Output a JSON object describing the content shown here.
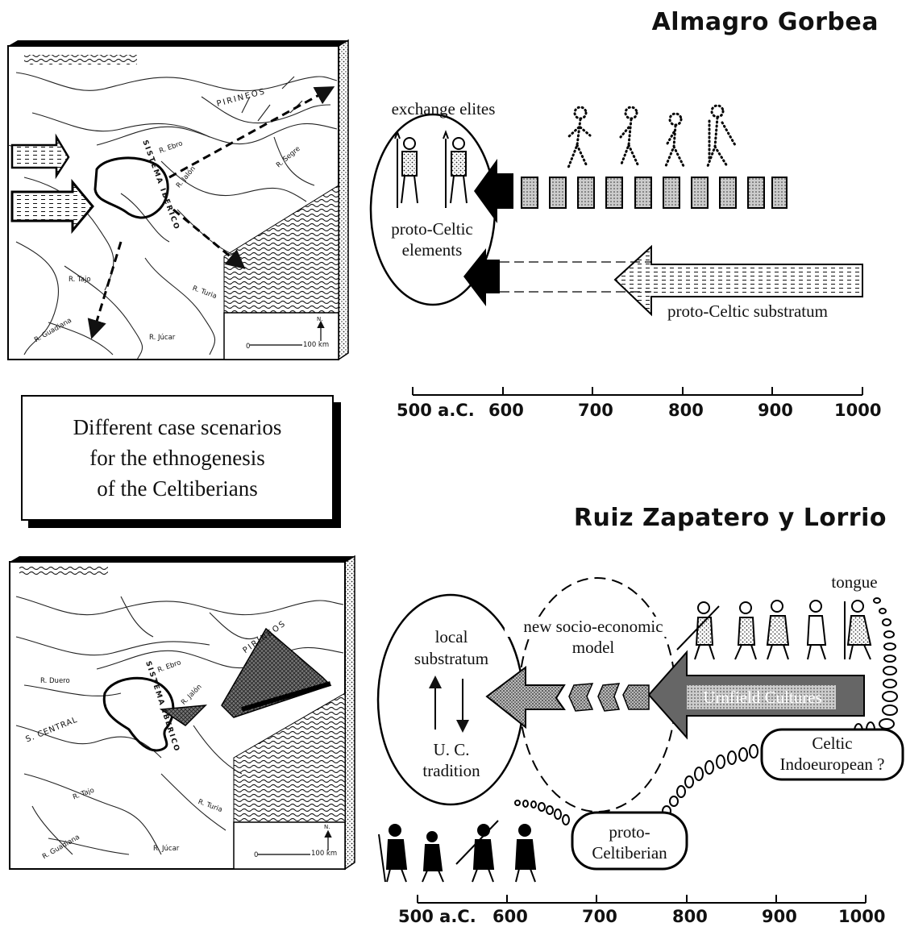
{
  "top": {
    "heading": "Almagro Gorbea",
    "labels": {
      "exchange_elites": "exchange elites",
      "proto_celtic_elements_1": "proto-Celtic",
      "proto_celtic_elements_2": "elements",
      "substratum": "proto-Celtic substratum"
    },
    "map": {
      "pirineos": "PIRINEOS",
      "ebro": "R. Ebro",
      "segre": "R. Segre",
      "jalon": "R. Jalón",
      "tajo": "R. Tajo",
      "turia": "R. Turia",
      "guadiana": "R. Guadiana",
      "jucar": "R. Júcar",
      "sistema": "SISTEMA IBERICO",
      "scale": "100 km",
      "scale_zero": "0",
      "north": "N."
    },
    "axis": [
      "500 a.C.",
      "600",
      "700",
      "800",
      "900",
      "1000"
    ]
  },
  "caption": {
    "line1": "Different case scenarios",
    "line2": "for the ethnogenesis",
    "line3": "of the Celtiberians"
  },
  "bottom": {
    "heading": "Ruiz Zapatero y Lorrio",
    "labels": {
      "local_1": "local",
      "local_2": "substratum",
      "uc_1": "U. C.",
      "uc_2": "tradition",
      "socio_1": "new socio-economic",
      "socio_2": "model",
      "urnfield": "Urnfield Cultures",
      "tongue": "tongue",
      "celtic_1": "Celtic",
      "celtic_2": "Indoeuropean ?",
      "proto_celtiberian_1": "proto-",
      "proto_celtiberian_2": "Celtiberian"
    },
    "map": {
      "pirineos": "PIRINEOS",
      "ebro": "R. Ebro",
      "duero": "R. Duero",
      "jalon": "R. Jalón",
      "central": "S. CENTRAL",
      "tajo": "R. Tajo",
      "turia": "R. Turia",
      "guadiana": "R. Guadiana",
      "jucar": "R. Júcar",
      "sistema": "SISTEMA IBERICO",
      "scale": "100 km",
      "scale_zero": "0",
      "north": "N."
    },
    "axis": [
      "500 a.C.",
      "600",
      "700",
      "800",
      "900",
      "1000"
    ]
  }
}
